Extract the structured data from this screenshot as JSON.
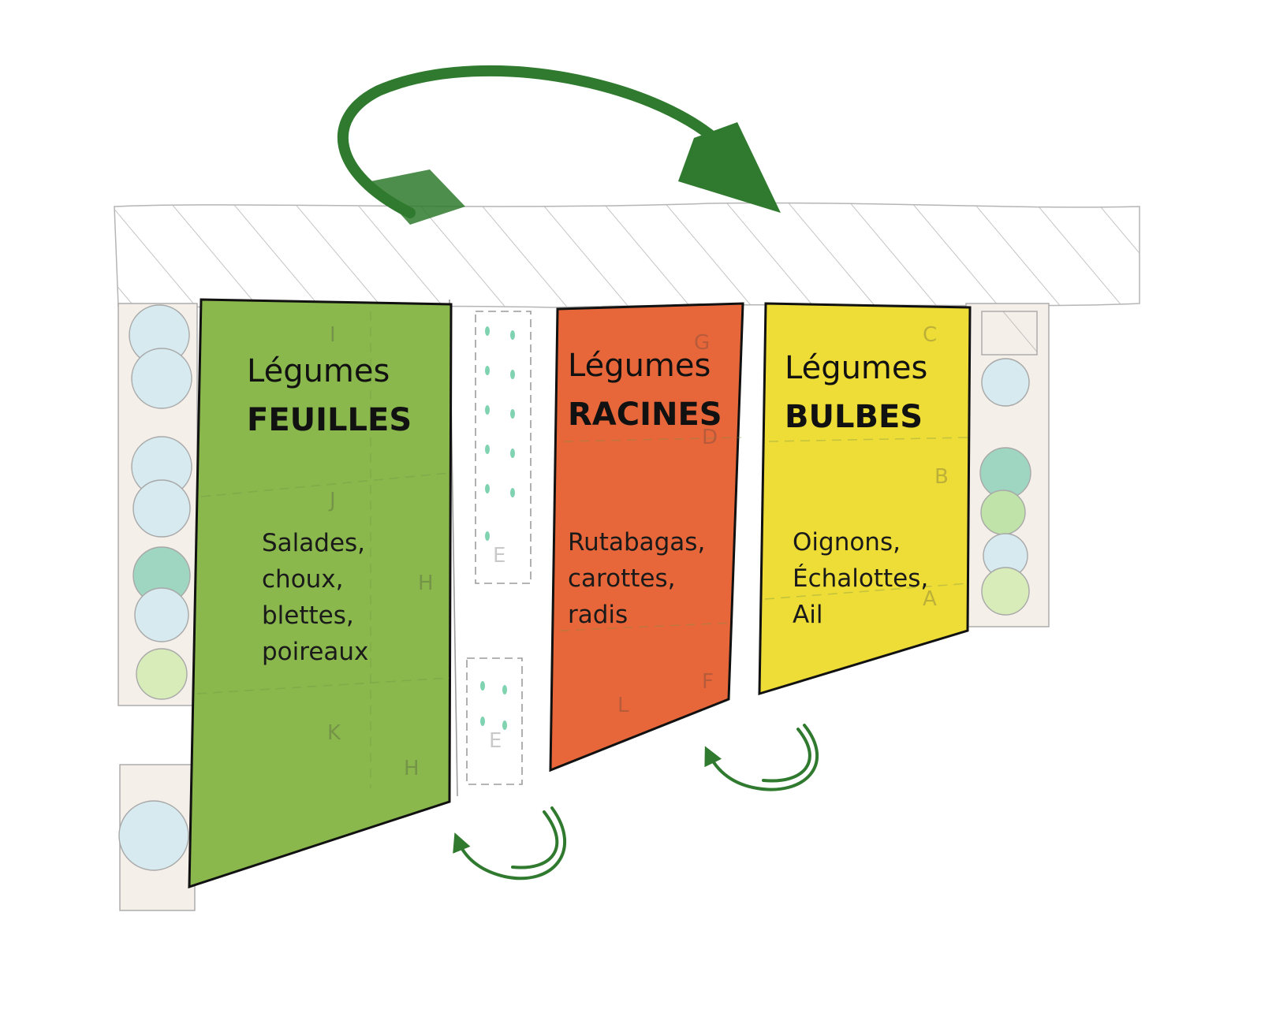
{
  "colors": {
    "feuilles": "#8ab84c",
    "racines": "#e8673a",
    "bulbes": "#eedd37",
    "arrow": "#2f7a2e",
    "sketch": "#a9a9a9"
  },
  "beds": [
    {
      "id": "feuilles",
      "title_line1": "Légumes",
      "title_line2": "FEUILLES",
      "items": [
        "Salades,",
        "choux,",
        "blettes,",
        "poireaux"
      ]
    },
    {
      "id": "racines",
      "title_line1": "Légumes",
      "title_line2": "RACINES",
      "items": [
        "Rutabagas,",
        "carottes,",
        "radis"
      ]
    },
    {
      "id": "bulbes",
      "title_line1": "Légumes",
      "title_line2": "BULBES",
      "items": [
        "Oignons,",
        "Échalottes,",
        "Ail"
      ]
    }
  ],
  "sketch_letters": [
    "I",
    "J",
    "K",
    "H",
    "H",
    "E",
    "E",
    "G",
    "D",
    "F",
    "L",
    "C",
    "B",
    "A"
  ],
  "icons": [
    "rotation-arrow-large-icon",
    "rotation-arrow-small-icon",
    "rotation-arrow-small-icon"
  ]
}
